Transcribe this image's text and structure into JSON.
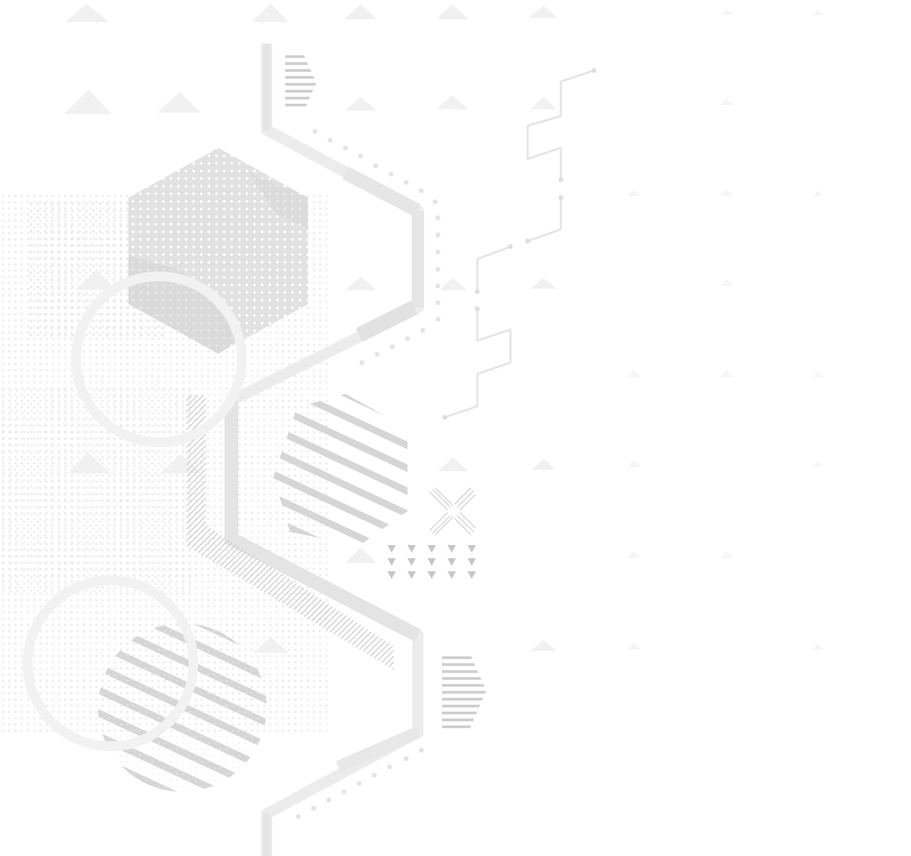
{
  "palette": {
    "background": "#ffffff",
    "light": "#ececec",
    "mid": "#dcdcdc",
    "dark": "#c8c8c8",
    "stripe": "#d2d2d2"
  },
  "icons": [
    "hexagon-dotted",
    "circle-striped",
    "hexagon-striped",
    "circuit-line",
    "triangle-grid",
    "x-mark-hatched"
  ]
}
